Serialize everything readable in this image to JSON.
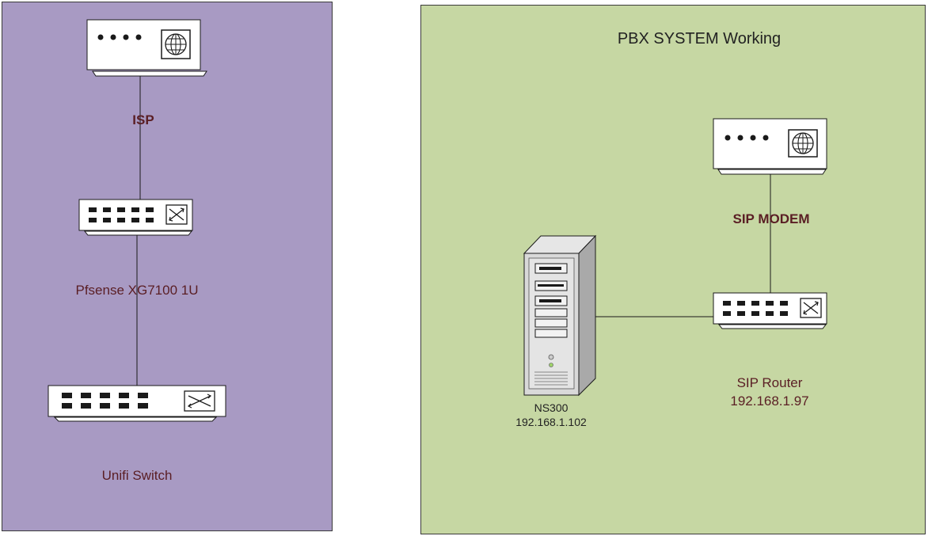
{
  "colors": {
    "left_panel_fill": "#a89ac3",
    "right_panel_fill": "#c6d7a3",
    "device_fill": "#ffffff",
    "stroke": "#1a1a1a",
    "label_color": "#5a1e24"
  },
  "left_panel": {
    "isp_label": "ISP",
    "pfsense_label": "Pfsense XG7100 1U",
    "unifi_label": "Unifi Switch"
  },
  "right_panel": {
    "title": "PBX SYSTEM Working",
    "sip_modem_label": "SIP MODEM",
    "server_name": "NS300",
    "server_ip": "192.168.1.102",
    "router_name": "SIP Router",
    "router_ip": "192.168.1.97"
  },
  "icons": [
    "globe-icon",
    "switch-icon",
    "server-icon"
  ]
}
